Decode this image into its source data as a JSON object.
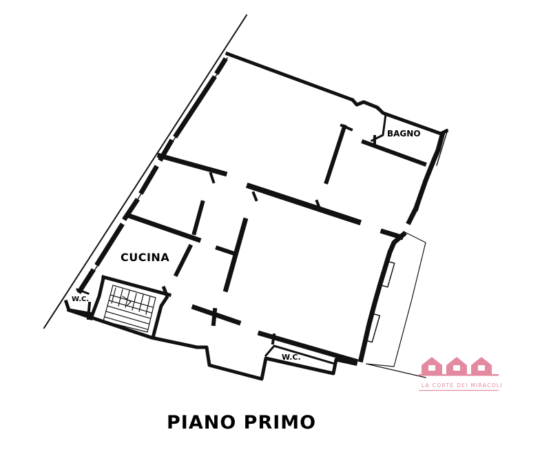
{
  "floor_title": "PIANO PRIMO",
  "rooms": {
    "bagno": "BAGNO",
    "cucina": "CUCINA",
    "wc_left": "W.C.",
    "wc_bottom": "W.C."
  },
  "logo": {
    "text": "LA CORTE DEI MIRACOLI",
    "color": "#e38aa0",
    "icon": "three-houses-icon"
  },
  "colors": {
    "wall": "#111111",
    "background": "#ffffff"
  }
}
